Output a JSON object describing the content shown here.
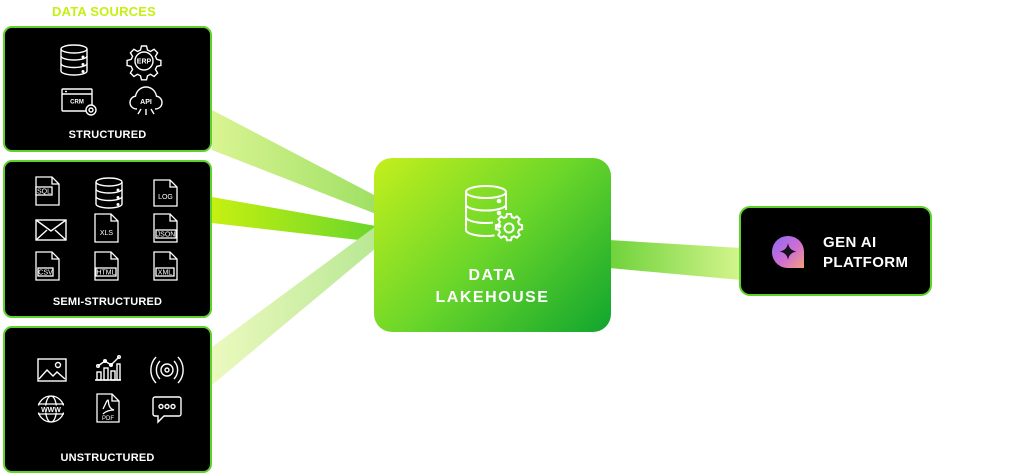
{
  "diagram": {
    "title": "DATA SOURCES",
    "sources": [
      {
        "label": "STRUCTURED",
        "icons": [
          "database-icon",
          "erp-gear-icon",
          "crm-window-icon",
          "api-cloud-icon"
        ],
        "icon_text": {
          "erp": "ERP",
          "crm": "CRM",
          "api": "API"
        }
      },
      {
        "label": "SEMI-STRUCTURED",
        "icons": [
          "sql-file-icon",
          "database-icon",
          "log-file-icon",
          "email-icon",
          "xls-file-icon",
          "json-file-icon",
          "csv-file-icon",
          "html-file-icon",
          "xml-file-icon"
        ],
        "icon_text": {
          "sql": "SQL",
          "log": "LOG",
          "xls": "XLS",
          "json": "JSON",
          "csv": "CSV",
          "html": "HTML",
          "xml": "XML"
        }
      },
      {
        "label": "UNSTRUCTURED",
        "icons": [
          "image-icon",
          "analytics-icon",
          "audio-signal-icon",
          "web-globe-icon",
          "pdf-file-icon",
          "chat-bubble-icon"
        ],
        "icon_text": {
          "www": "WWW",
          "pdf": "PDF"
        }
      }
    ],
    "hub": {
      "line1": "DATA",
      "line2": "LAKEHOUSE",
      "icon": "database-gear-icon"
    },
    "target": {
      "line1": "GEN AI",
      "line2": "PLATFORM",
      "icon": "sparkle-icon"
    },
    "colors": {
      "accent": "#c6f011",
      "border": "#5ed12a",
      "hub_light": "#c4ef1d",
      "hub_dark": "#10a52e",
      "box": "#000000"
    }
  }
}
